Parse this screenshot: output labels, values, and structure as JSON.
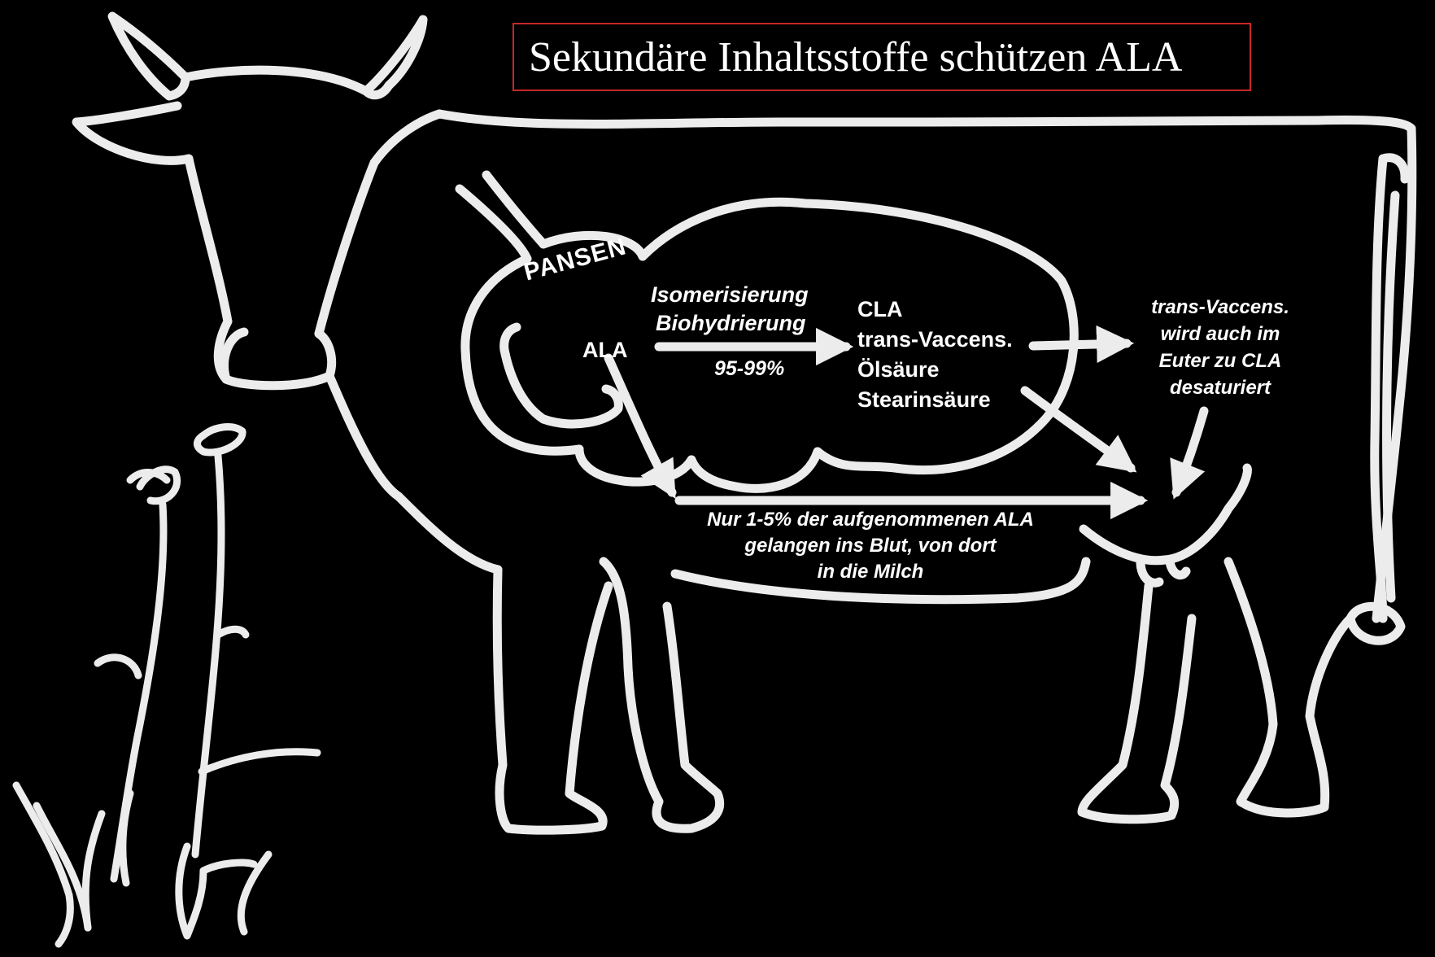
{
  "title": "Sekundäre Inhaltsstoffe schützen ALA",
  "colors": {
    "background": "#000000",
    "line": "#ececec",
    "title_border": "#c62828"
  },
  "labels": {
    "pansen": "PANSEN",
    "process_line1": "Isomerisierung",
    "process_line2": "Biohydrierung",
    "percent": "95-99%",
    "ala": "ALA",
    "products": [
      "CLA",
      "trans-Vaccens.",
      "Ölsäure",
      "Stearinsäure"
    ],
    "udder_note": [
      "trans-Vaccens.",
      "wird auch  im",
      "Euter zu CLA",
      "desaturiert"
    ],
    "blood_note": [
      "Nur 1-5% der aufgenommenen ALA",
      "gelangen ins Blut, von dort",
      "in die Milch"
    ]
  },
  "icons": [
    "cow-outline",
    "rumen-outline",
    "flower-plant",
    "arrow"
  ]
}
